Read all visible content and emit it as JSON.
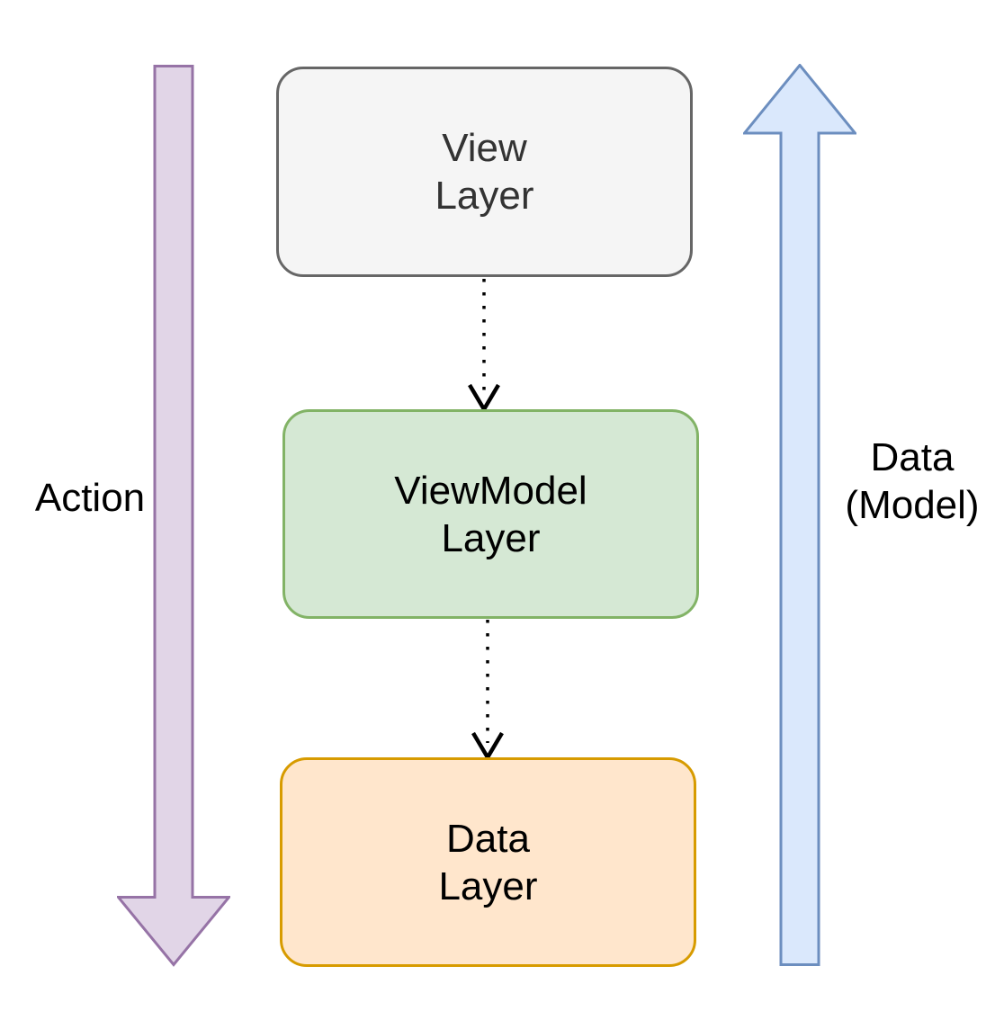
{
  "diagram": {
    "background": "#FFFFFF",
    "boxes": {
      "view": {
        "line1": "View",
        "line2": "Layer",
        "fill": "#F5F5F5",
        "stroke": "#666666",
        "text_color": "#333333"
      },
      "viewmodel": {
        "line1": "ViewModel",
        "line2": "Layer",
        "fill": "#D5E8D4",
        "stroke": "#82B366",
        "text_color": "#000000"
      },
      "data": {
        "line1": "Data",
        "line2": "Layer",
        "fill": "#FFE6CC",
        "stroke": "#D79B00",
        "text_color": "#000000"
      }
    },
    "side_arrows": {
      "action": {
        "label": "Action",
        "direction": "down",
        "fill": "#E1D5E7",
        "stroke": "#9673A6"
      },
      "data_model": {
        "label_line1": "Data",
        "label_line2": "(Model)",
        "direction": "up",
        "fill": "#DAE8FC",
        "stroke": "#6C8EBF"
      }
    },
    "connectors": {
      "view_to_viewmodel": {
        "from": "View Layer",
        "to": "ViewModel Layer",
        "style": "dotted",
        "color": "#000000"
      },
      "viewmodel_to_data": {
        "from": "ViewModel Layer",
        "to": "Data Layer",
        "style": "dotted",
        "color": "#000000"
      }
    }
  }
}
